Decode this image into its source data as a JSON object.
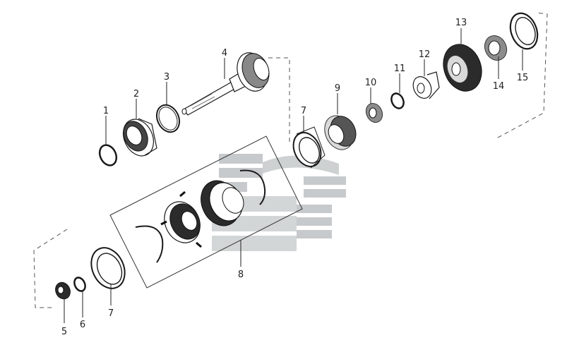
{
  "callouts": [
    "1",
    "2",
    "3",
    "4",
    "5",
    "6",
    "7",
    "7",
    "8",
    "9",
    "10",
    "11",
    "12",
    "13",
    "14",
    "15"
  ],
  "watermark_color": "#9aa0a3",
  "ink_color": "#1a1a1a"
}
